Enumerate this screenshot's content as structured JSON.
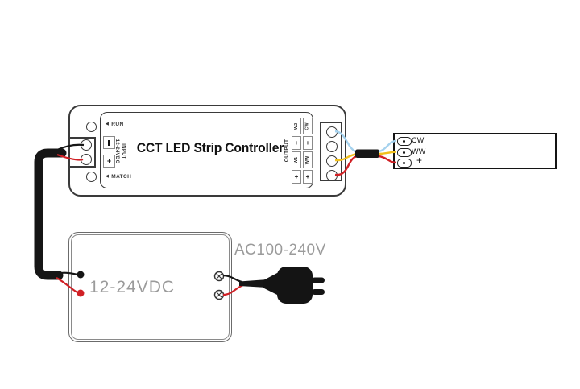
{
  "controller": {
    "title": "CCT LED Strip Controller",
    "indicator_arrow": "◀",
    "run_label": "RUN",
    "match_label": "MATCH",
    "input": {
      "label": "INPUT",
      "voltage": "12-24VDC",
      "negative": "-",
      "positive": "+"
    },
    "output": {
      "label": "OUTPUT",
      "terminals": [
        [
          "W2",
          "CW"
        ],
        [
          "+",
          "+"
        ],
        [
          "W1",
          "WW"
        ],
        [
          "+",
          "+"
        ]
      ]
    }
  },
  "led_strip": {
    "pads": [
      {
        "label": "CW"
      },
      {
        "label": "WW"
      },
      {
        "label": "+"
      }
    ]
  },
  "power_supply": {
    "voltage": "12-24VDC"
  },
  "ac_plug": {
    "label": "AC100-240V"
  },
  "colors": {
    "outline": "#3a3a3a",
    "muted_text": "#9b9b9b",
    "cool_white_wire": "#a5d2ee",
    "warm_white_wire": "#f1c01c",
    "positive_wire": "#d02025",
    "negative_wire": "#161616"
  }
}
